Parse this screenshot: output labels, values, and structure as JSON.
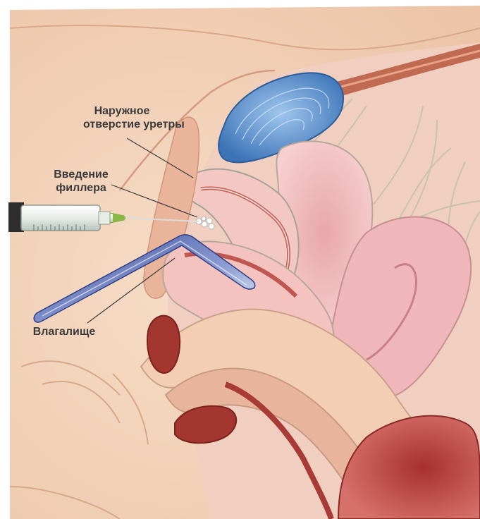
{
  "labels": {
    "urethra_line1": "Наружное",
    "urethra_line2": "отверстие уретры",
    "filler_line1": "Введение",
    "filler_line2": "филлера",
    "vagina": "Влагалище"
  },
  "colors": {
    "skin": "#f2d5bd",
    "tissue_light": "#f4c9c4",
    "tissue_mid": "#e9a8a6",
    "tissue_dark": "#b23c38",
    "bladder_blue": "#4f86c6",
    "speculum": "#5b6fb1",
    "syringe_needle": "#8ab845",
    "label_text": "#3a3a3a"
  }
}
